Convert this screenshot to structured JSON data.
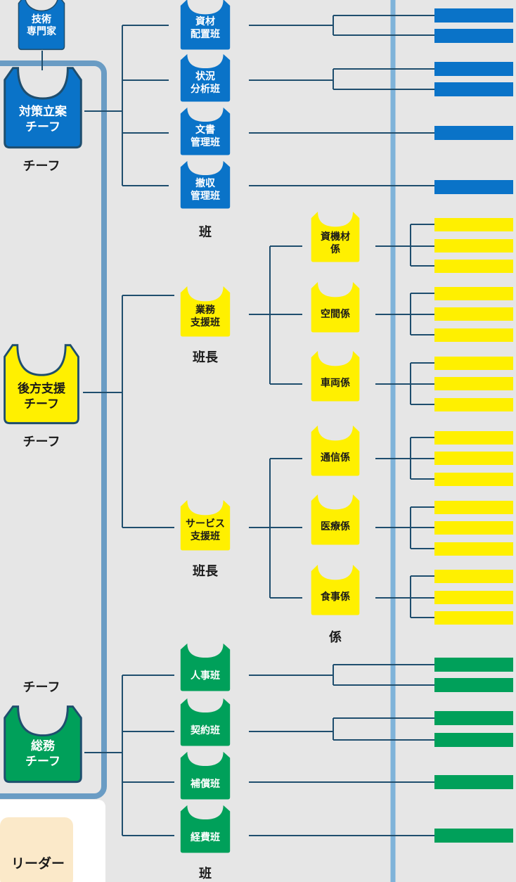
{
  "roles": {
    "tech_expert": "技術\n専門家",
    "policy_chief": "対策立案\nチーフ",
    "logistics_chief": "後方支援\nチーフ",
    "general_chief": "総務\nチーフ"
  },
  "captions": {
    "chief_1": "チーフ",
    "chief_2": "チーフ",
    "chief_3": "チーフ",
    "han_1": "班",
    "han_2": "班",
    "hancho_1": "班長",
    "hancho_2": "班長",
    "kakari": "係",
    "leader": "リーダー"
  },
  "policy_units": [
    "資材\n配置班",
    "状況\n分析班",
    "文書\n管理班",
    "撤収\n管理班"
  ],
  "support_units": [
    "業務\n支援班",
    "サービス\n支援班"
  ],
  "support_sections": [
    "資機材\n係",
    "空間係",
    "車両係",
    "通信係",
    "医療係",
    "食事係"
  ],
  "general_units": [
    "人事班",
    "契約班",
    "補償班",
    "経費班"
  ],
  "colors": {
    "blue": "#0a73c8",
    "yellow": "#fff000",
    "green": "#00a05a",
    "line": "#1f4e6e",
    "frame": "#6a9cc4",
    "divider": "#7fb3d9"
  }
}
